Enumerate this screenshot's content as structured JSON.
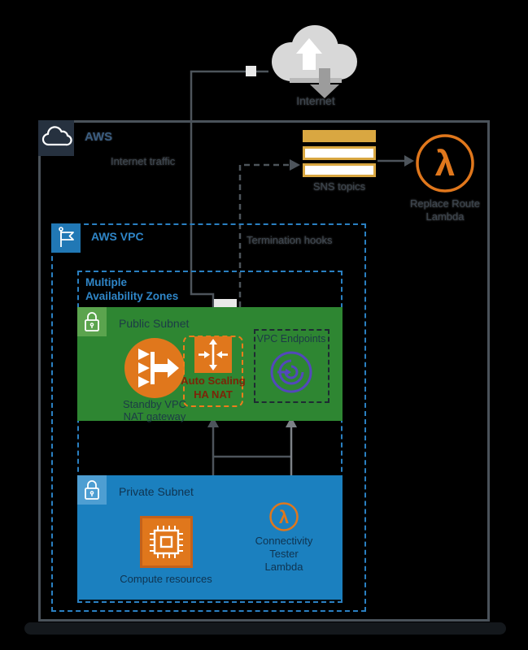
{
  "colors": {
    "background": "#000000",
    "aws_cloud_border": "#4a525a",
    "vpc_blue": "#2a80c2",
    "subnet_green": "#2e8632",
    "subnet_green_light": "#5ba44e",
    "subnet_blue": "#1b80bf",
    "subnet_blue_light": "#4e9ed2",
    "aws_orange": "#e0771c",
    "asg_label_red": "#7c2408",
    "sns_gold": "#d9a741",
    "endpoint_purple": "#5348bb",
    "connector_gray": "#4d545b"
  },
  "icons": {
    "lambda_glyph": "λ"
  },
  "internet": {
    "label": "Internet"
  },
  "aws_cloud": {
    "label": "AWS",
    "internet_traffic_label": "Internet traffic"
  },
  "sns": {
    "label": "SNS topics"
  },
  "replace_route_lambda": {
    "line1": "Replace Route",
    "line2": "Lambda"
  },
  "vpc": {
    "label": "AWS VPC",
    "termination_hooks_label": "Termination hooks"
  },
  "availability_zones": {
    "line1": "Multiple",
    "line2": "Availability Zones"
  },
  "public_subnet": {
    "label": "Public Subnet",
    "nat_gateway": {
      "line1": "Standby VPC",
      "line2": "NAT gateway"
    },
    "auto_scaling": {
      "line1": "Auto Scaling",
      "line2": "HA NAT"
    },
    "vpc_endpoints": {
      "label": "VPC Endpoints"
    }
  },
  "private_subnet": {
    "label": "Private Subnet",
    "compute": {
      "label": "Compute resources"
    },
    "connectivity_tester": {
      "line1": "Connectivity",
      "line2": "Tester",
      "line3": "Lambda"
    }
  }
}
